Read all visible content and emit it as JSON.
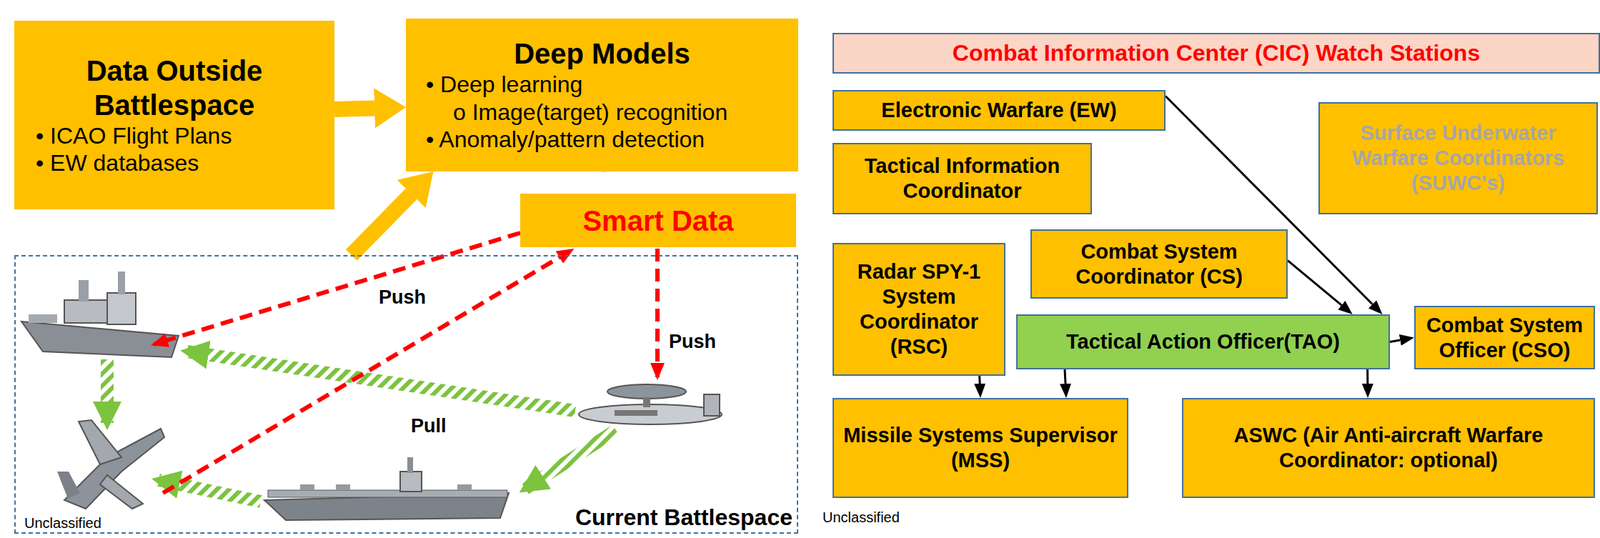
{
  "diagram": {
    "nodes": [
      {
        "text": [
          "Data Outside Battlespace",
          "• ICAO Flight Plans",
          "• EW databases"
        ]
      },
      {
        "text": [
          "Deep Models",
          "• Deep learning",
          "o Image(target) recognition",
          "• Anomaly/pattern detection"
        ]
      },
      {
        "text": [
          "Smart Data"
        ]
      },
      {
        "text": [
          "Current Battlespace"
        ]
      },
      {
        "text": [
          "Combat Information Center (CIC) Watch Stations"
        ]
      },
      {
        "text": [
          "Electronic Warfare (EW)"
        ]
      },
      {
        "text": [
          "Surface Underwater Warfare Coordinators (SUWC's)"
        ]
      },
      {
        "text": [
          "Tactical Information Coordinator"
        ]
      },
      {
        "text": [
          "Radar SPY-1 System Coordinator (RSC)"
        ]
      },
      {
        "text": [
          "Combat System Coordinator (CS)"
        ]
      },
      {
        "text": [
          "Tactical Action Officer(TAO)"
        ]
      },
      {
        "text": [
          "Combat System Officer (CSO)"
        ]
      },
      {
        "text": [
          "Missile Systems Supervisor (MSS)"
        ]
      },
      {
        "text": [
          "ASWC (Air Anti-aircraft Warfare Coordinator: optional)"
        ]
      }
    ],
    "edges": [
      {
        "from": 0,
        "to": 1,
        "arrow": "to"
      },
      {
        "from": 3,
        "to": 1,
        "arrow": "to"
      },
      {
        "from": 1,
        "to": 2,
        "arrow": "to"
      },
      {
        "from": 5,
        "to": 10,
        "arrow": "to"
      },
      {
        "from": 9,
        "to": 10,
        "arrow": "to"
      },
      {
        "from": 10,
        "to": 11,
        "arrow": "to"
      },
      {
        "from": 8,
        "to": 12,
        "arrow": "to"
      },
      {
        "from": 10,
        "to": 12,
        "arrow": "to"
      },
      {
        "from": 10,
        "to": 13,
        "arrow": "to"
      }
    ],
    "labels": [
      "Push",
      "Pull",
      "Push",
      "Unclassified",
      "Unclassified"
    ]
  }
}
